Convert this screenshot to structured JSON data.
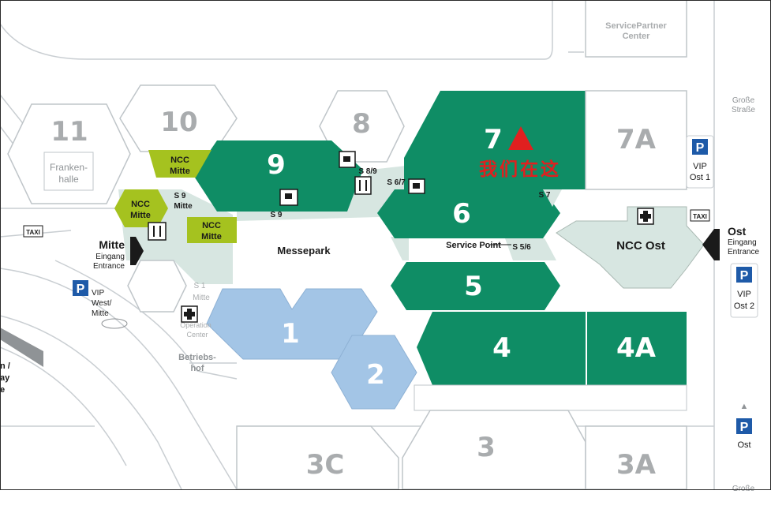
{
  "colors": {
    "green": "#0f8d65",
    "lightgreen": "#d7e6e1",
    "ncc": "#a5c21f",
    "blue": "#a3c5e6",
    "grey": "#cfd6db",
    "greytext": "#a9acae",
    "red": "#e0201f",
    "parking": "#1e5aa8"
  },
  "halls": {
    "h1": "1",
    "h2": "2",
    "h3": "3",
    "h3a": "3A",
    "h3c": "3C",
    "h4": "4",
    "h4a": "4A",
    "h5": "5",
    "h6": "6",
    "h7": "7",
    "h7a": "7A",
    "h8": "8",
    "h9": "9",
    "h10": "10",
    "h11": "11"
  },
  "you_are_here": "我们在这",
  "labels": {
    "servicepartner_1": "ServicePartner",
    "servicepartner_2": "Center",
    "grosse_strasse_1": "Große",
    "grosse_strasse_2": "Straße",
    "grosse_strasse_bottom": "Große",
    "vip_ost1_1": "VIP",
    "vip_ost1_2": "Ost 1",
    "vip_ost2_1": "VIP",
    "vip_ost2_2": "Ost 2",
    "ost_parking": "Ost",
    "ost_entrance_1": "Ost",
    "ost_entrance_2": "Eingang",
    "ost_entrance_3": "Entrance",
    "ncc_ost": "NCC Ost",
    "messepark": "Messepark",
    "service_point": "Service Point",
    "s56": "S 5/6",
    "s7": "S 7",
    "s67": "S 6/7",
    "s89": "S 8/9",
    "s9": "S 9",
    "s9_mitte_1": "S 9",
    "s9_mitte_2": "Mitte",
    "s1_1": "S 1",
    "s1_2": "Mitte",
    "ncc_mitte": "NCC",
    "ncc_mitte_2": "Mitte",
    "mitte_entrance_1": "Mitte",
    "mitte_entrance_2": "Eingang",
    "mitte_entrance_3": "Entrance",
    "frankenhalle_1": "Franken-",
    "frankenhalle_2": "halle",
    "vip_west_1": "VIP",
    "vip_west_2": "West/",
    "vip_west_3": "Mitte",
    "operation_center_1": "Operation",
    "operation_center_2": "Center",
    "betriebshof_1": "Betriebs-",
    "betriebshof_2": "hof",
    "taxi": "TAXI",
    "parking": "P",
    "left_edge_1": "n /",
    "left_edge_2": "ay",
    "left_edge_3": "e"
  }
}
